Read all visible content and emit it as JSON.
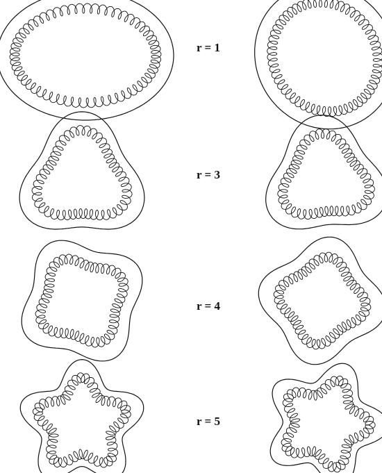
{
  "figure": {
    "rows": [
      {
        "label": "r = 1",
        "r": 1,
        "variants": [
          "left",
          "right"
        ]
      },
      {
        "label": "r = 3",
        "r": 3,
        "variants": [
          "left",
          "right"
        ]
      },
      {
        "label": "r = 4",
        "r": 4,
        "variants": [
          "left",
          "right"
        ]
      },
      {
        "label": "r = 5",
        "r": 5,
        "variants": [
          "left",
          "right"
        ]
      }
    ]
  }
}
